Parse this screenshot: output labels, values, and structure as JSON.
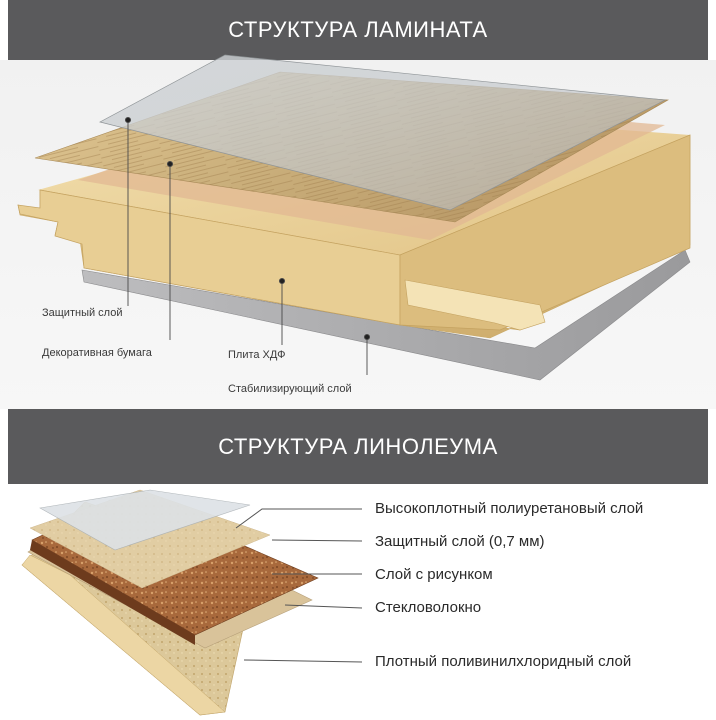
{
  "laminate": {
    "title": "СТРУКТУРА ЛАМИНАТА",
    "layers": [
      {
        "name": "Защитный слой"
      },
      {
        "name": "Декоративная бумага"
      },
      {
        "name": "Плита ХДФ"
      },
      {
        "name": "Стабилизирующий слой"
      }
    ]
  },
  "linoleum": {
    "title": "СТРУКТУРА ЛИНОЛЕУМА",
    "layers": [
      {
        "name": "Высокоплотный полиуретановый слой"
      },
      {
        "name": "Защитный слой (0,7 мм)"
      },
      {
        "name": "Слой с рисунком"
      },
      {
        "name": "Стекловолокно"
      },
      {
        "name": "Плотный поливинилхлоридный слой"
      }
    ]
  },
  "colors": {
    "banner": "#5a5a5c",
    "hdf": "#e6c98a",
    "decor": "#cdb07a",
    "stabilizer": "#a9a9ab",
    "cork": "#a5673a",
    "pvc": "#e8cf9a"
  }
}
